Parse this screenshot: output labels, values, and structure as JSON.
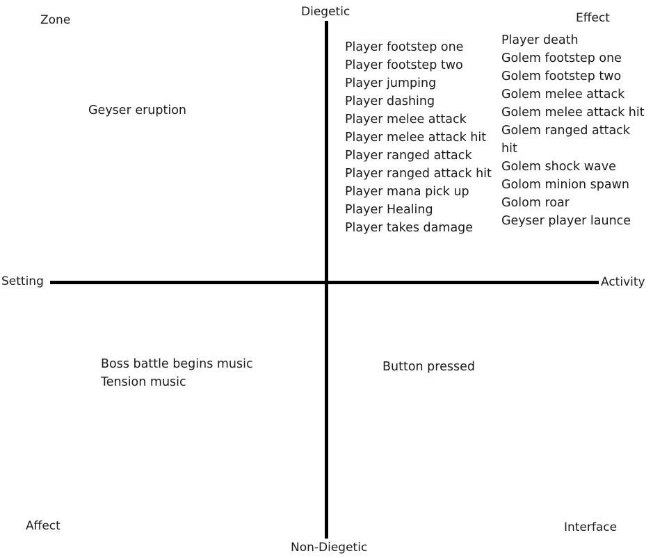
{
  "axes": {
    "top": "Diegetic",
    "bottom": "Non-Diegetic",
    "left": "Setting",
    "right": "Activity"
  },
  "corners": {
    "top_left": "Zone",
    "top_right": "Effect",
    "bottom_left": "Affect",
    "bottom_right": "Interface"
  },
  "quadrants": {
    "top_left": [
      "Geyser eruption"
    ],
    "top_right_player": [
      "Player footstep one",
      "Player footstep two",
      "Player jumping",
      "Player dashing",
      "Player melee attack",
      "Player melee attack hit",
      "Player ranged attack",
      "Player ranged attack hit",
      "Player mana pick up",
      "Player Healing",
      "Player takes damage"
    ],
    "top_right_golem": [
      "Player death",
      "Golem footstep one",
      "Golem footstep two",
      "Golem melee attack",
      "Golem melee attack hit",
      "Golem ranged attack",
      "hit",
      "Golem shock wave",
      "Golom minion spawn",
      "Golom roar",
      "Geyser player launce"
    ],
    "bottom_left": [
      "Boss battle begins music",
      "Tension music"
    ],
    "bottom_right": [
      "Button pressed"
    ]
  }
}
